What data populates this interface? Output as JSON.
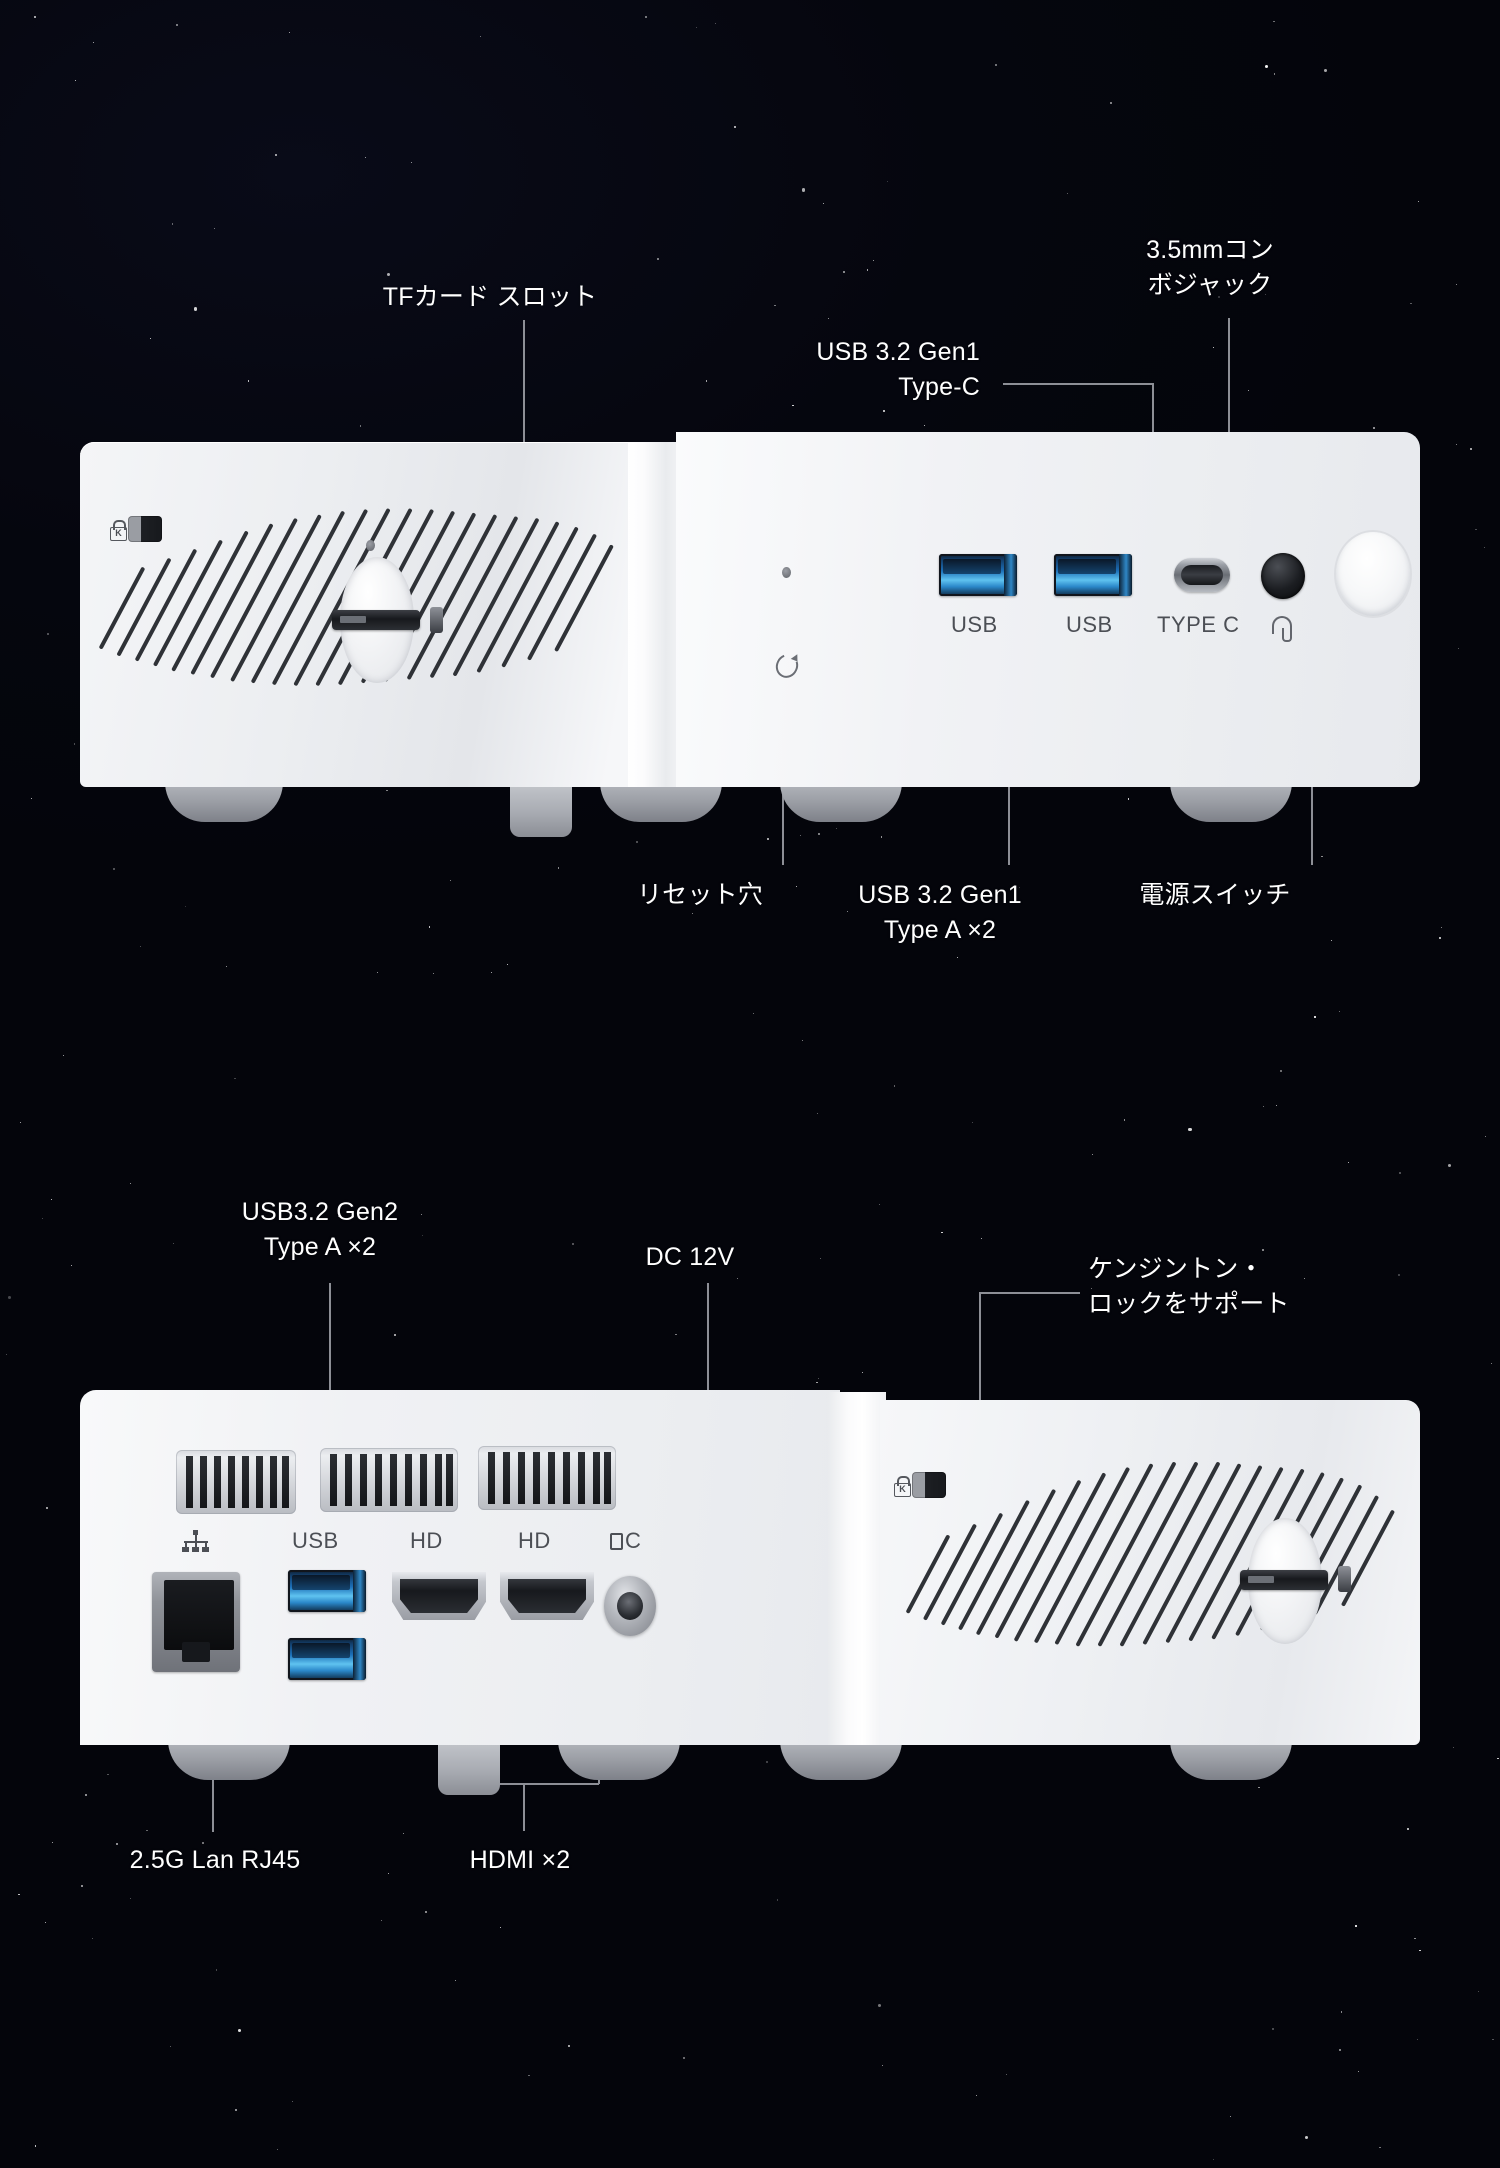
{
  "background": {
    "color_top": "#04050b",
    "color_bottom": "#141c33",
    "accent_star": "#ffffff"
  },
  "devices": [
    {
      "id": "top-device",
      "view": "front-left",
      "chassis_color": "#f0f1f4",
      "port_labels": [
        "USB",
        "USB",
        "TYPE C"
      ],
      "callouts": [
        {
          "id": "tf-card-slot",
          "text": "TFカード スロット",
          "align": "center"
        },
        {
          "id": "usb-c",
          "text": "USB 3.2 Gen1\nType-C",
          "align": "right"
        },
        {
          "id": "audio-jack",
          "text": "3.5mmコン\nボジャック",
          "align": "center"
        },
        {
          "id": "reset-hole",
          "text": "リセット穴",
          "align": "center"
        },
        {
          "id": "usb-a-x2",
          "text": "USB 3.2 Gen1\nType A  ×2",
          "align": "center"
        },
        {
          "id": "power-switch",
          "text": "電源スイッチ",
          "align": "center"
        }
      ]
    },
    {
      "id": "bottom-device",
      "view": "rear-right",
      "chassis_color": "#f0f1f4",
      "port_labels": [
        "USB",
        "HD",
        "HD",
        "DC"
      ],
      "callouts": [
        {
          "id": "usb32-gen2-a-x2",
          "text": "USB3.2 Gen2\nType A ×2",
          "align": "center"
        },
        {
          "id": "dc-12v",
          "text": "DC 12V",
          "align": "center"
        },
        {
          "id": "kensington-lock",
          "text": "ケンジントン・\nロックをサポート",
          "align": "left"
        },
        {
          "id": "lan-rj45",
          "text": "2.5G Lan RJ45",
          "align": "center"
        },
        {
          "id": "hdmi-x2",
          "text": "HDMI ×2",
          "align": "center"
        }
      ]
    }
  ],
  "labels": {
    "tf_card_slot": "TFカード スロット",
    "usb_c": "USB 3.2 Gen1\nType-C",
    "audio_jack": "3.5mmコン\nボジャック",
    "reset_hole": "リセット穴",
    "usb_a_x2": "USB 3.2 Gen1\nType A  ×2",
    "power_switch": "電源スイッチ",
    "usb32_gen2": "USB3.2 Gen2\nType A ×2",
    "dc_12v": "DC 12V",
    "kensington": "ケンジントン・\nロックをサポート",
    "lan_rj45": "2.5G Lan RJ45",
    "hdmi_x2": "HDMI ×2"
  },
  "chassis_text": {
    "usb1": "USB",
    "usb2": "USB",
    "type_c": "TYPE C",
    "usb_rear": "USB",
    "hd1": "HD",
    "hd2": "HD",
    "dc": "C",
    "k_lock": "K"
  }
}
